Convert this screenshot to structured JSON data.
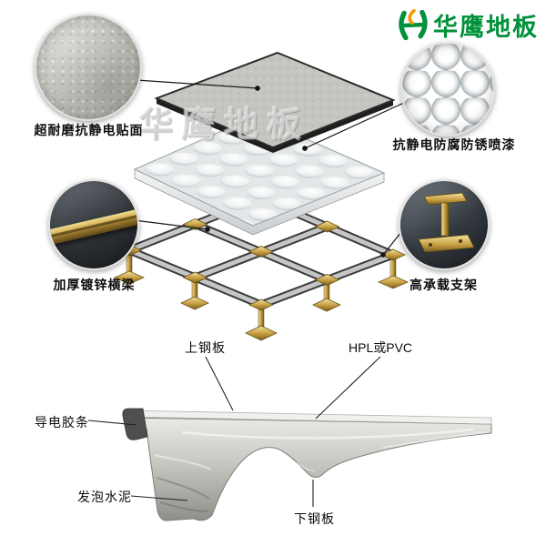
{
  "logo": {
    "text": "华鹰地板",
    "green": "#00913a",
    "orange": "#f39800"
  },
  "watermark": {
    "text": "华鹰地板"
  },
  "callouts": [
    {
      "name": "wear-resistant-antistatic-surface",
      "label": "超耐磨抗静电贴面"
    },
    {
      "name": "antistatic-anticorrosion-antirust-paint",
      "label": "抗静电防腐防锈喷漆"
    },
    {
      "name": "thickened-galvanized-beam",
      "label": "加厚镀锌横梁"
    },
    {
      "name": "high-load-pedestal",
      "label": "高承载支架"
    }
  ],
  "cross_section_labels": {
    "top_steel": "上钢板",
    "surface_material": "HPL或PVC",
    "conductive_strip": "导电胶条",
    "foam_cement": "发泡水泥",
    "bottom_steel": "下钢板"
  }
}
